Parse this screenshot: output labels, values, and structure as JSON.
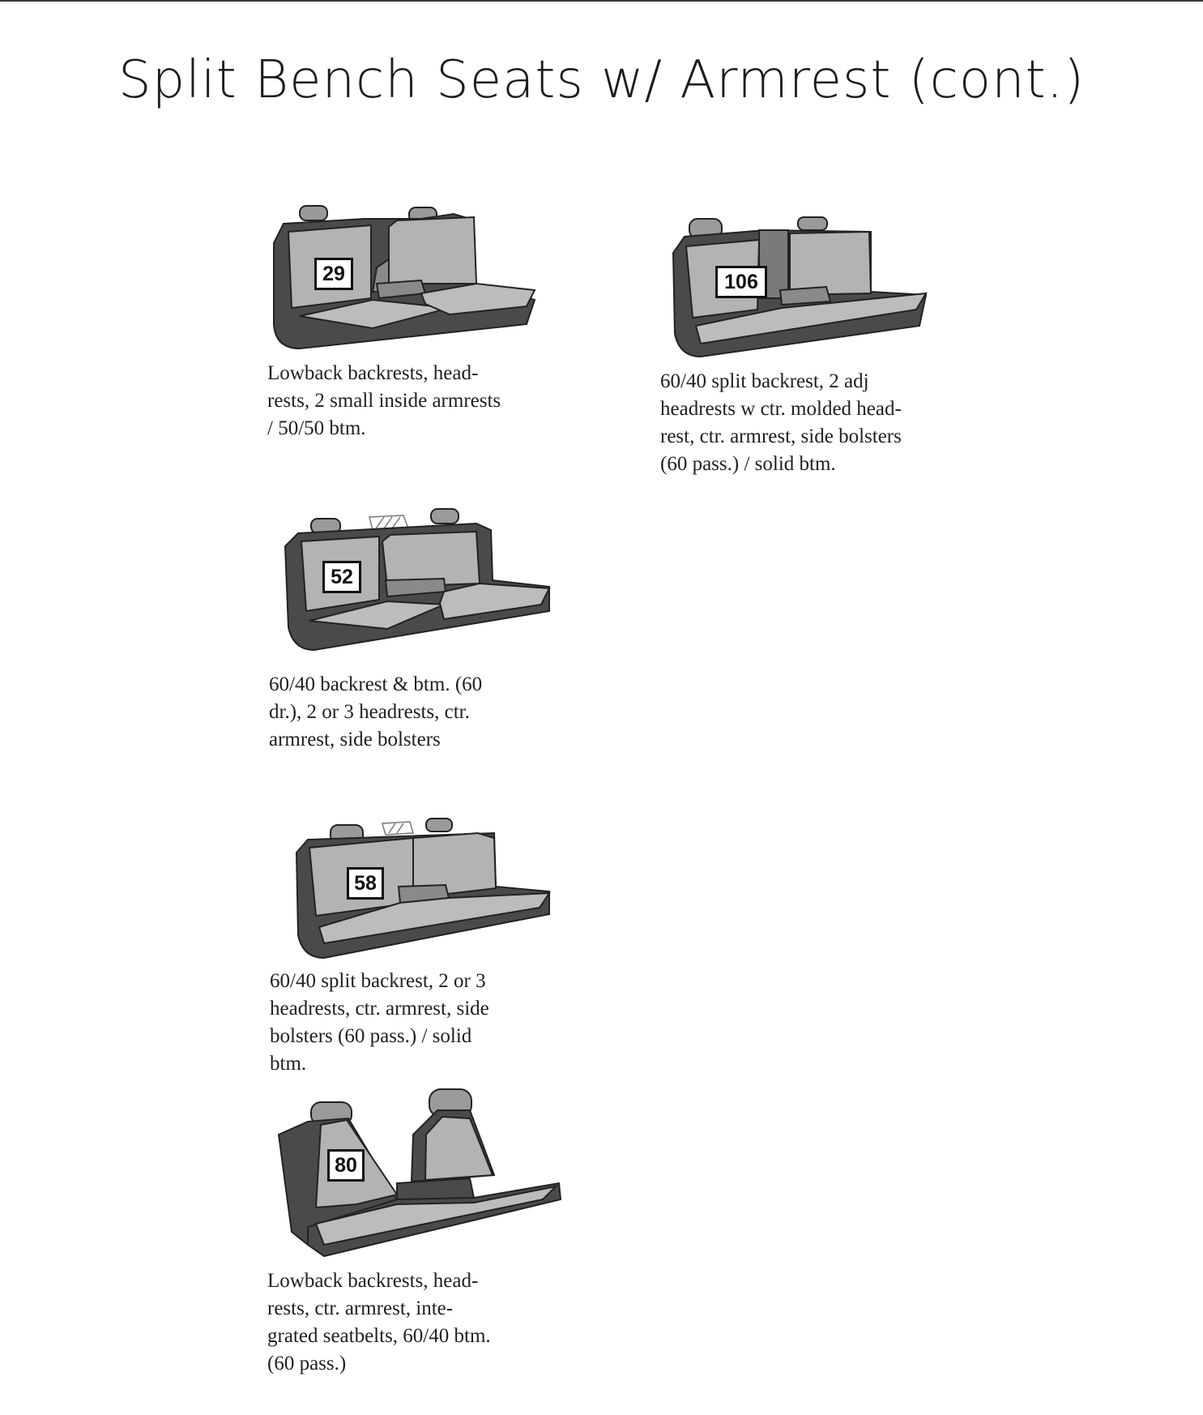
{
  "page": {
    "title": "Split Bench Seats w/ Armrest (cont.)"
  },
  "seats": [
    {
      "code": "29",
      "lines": [
        "Lowback backrests, head-",
        "rests, 2 small inside armrests",
        "/ 50/50 btm."
      ]
    },
    {
      "code": "106",
      "lines": [
        "60/40 split backrest, 2 adj",
        "headrests w ctr. molded head-",
        "rest, ctr. armrest, side bolsters",
        "(60 pass.) / solid btm."
      ]
    },
    {
      "code": "52",
      "lines": [
        "60/40 backrest & btm. (60",
        "dr.), 2 or 3 headrests, ctr.",
        "armrest, side bolsters"
      ]
    },
    {
      "code": "58",
      "lines": [
        "60/40 split backrest, 2 or 3",
        "headrests, ctr. armrest, side",
        "bolsters (60 pass.) / solid",
        "btm."
      ]
    },
    {
      "code": "80",
      "lines": [
        "Lowback backrests, head-",
        "rests, ctr. armrest, inte-",
        "grated seatbelts, 60/40 btm.",
        "(60 pass.)"
      ]
    }
  ],
  "colors": {
    "dark": "#4a4a4a",
    "mid": "#8a8a8a",
    "light": "#b8b8b8"
  }
}
